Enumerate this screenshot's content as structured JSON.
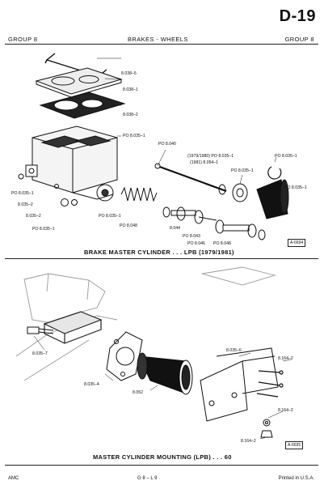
{
  "header": {
    "page_code": "D-19",
    "group_left": "GROUP 8",
    "title": "BRAKES - WHEELS",
    "group_right": "GROUP 8"
  },
  "top_diagram": {
    "caption": "BRAKE MASTER CYLINDER . . . LPB (1979/1981)",
    "ref": "A-6694",
    "labels": {
      "l1": "8.038–5",
      "l2": "8.038–1",
      "l3": "8.038–2",
      "l4": "PO 8.035–1",
      "l5": "PO 8.040",
      "l6": "(1979/1980) PO 8.035–1",
      "l7": "(1981) 8.054–1",
      "l8": "PO 8.035–1",
      "l9": "PO 8.035–1",
      "l10": "PO 8.035–1",
      "l11": "PO 8.035–1",
      "l12": "8.035–2",
      "l13": "8.035–2",
      "l14": "PO 8.035–1",
      "l15": "PO 8.035–1",
      "l16": "PO 8.048",
      "l17": "8.044",
      "l18": "PO 8.043",
      "l19": "PO 8.046",
      "l20": "PO 8.048"
    }
  },
  "bottom_diagram": {
    "caption": "MASTER CYLINDER MOUNTING (LPB) . . . 60",
    "ref": "A-6695",
    "labels": {
      "m1": "8.035–7",
      "m2": "8.035–4",
      "m3": "8.052",
      "m4": "8.035–6",
      "m5": "8.164–2",
      "m6": "8.164–2",
      "m7": "8.164–2"
    }
  },
  "footer": {
    "left": "AMC",
    "center": "G 8 – L 9",
    "right": "Printed  in U.S.A."
  }
}
